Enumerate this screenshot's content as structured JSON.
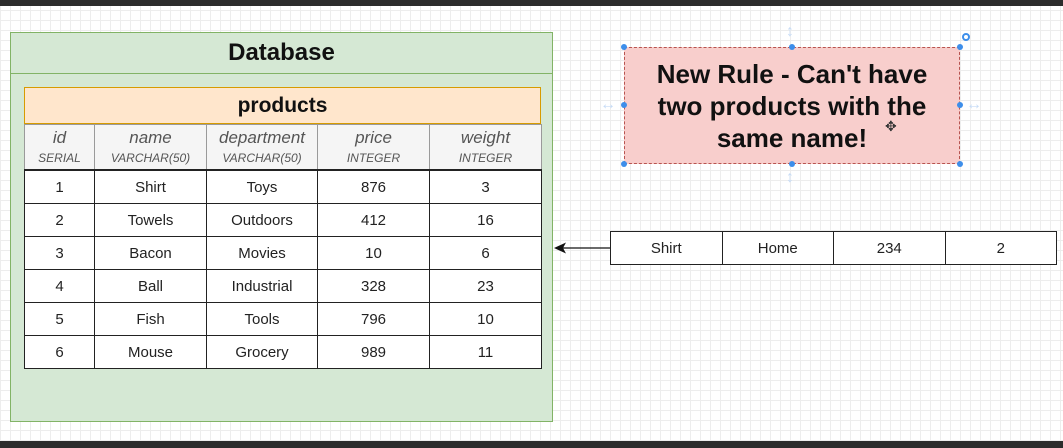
{
  "database": {
    "title": "Database"
  },
  "table": {
    "name": "products",
    "columns": [
      {
        "name": "id",
        "type": "SERIAL"
      },
      {
        "name": "name",
        "type": "VARCHAR(50)"
      },
      {
        "name": "department",
        "type": "VARCHAR(50)"
      },
      {
        "name": "price",
        "type": "INTEGER"
      },
      {
        "name": "weight",
        "type": "INTEGER"
      }
    ],
    "rows": [
      [
        "1",
        "Shirt",
        "Toys",
        "876",
        "3"
      ],
      [
        "2",
        "Towels",
        "Outdoors",
        "412",
        "16"
      ],
      [
        "3",
        "Bacon",
        "Movies",
        "10",
        "6"
      ],
      [
        "4",
        "Ball",
        "Industrial",
        "328",
        "23"
      ],
      [
        "5",
        "Fish",
        "Tools",
        "796",
        "10"
      ],
      [
        "6",
        "Mouse",
        "Grocery",
        "989",
        "11"
      ]
    ]
  },
  "note": {
    "line1": "New Rule - Can't have",
    "line2": "two products with the",
    "line3": "same name!"
  },
  "new_row": [
    "Shirt",
    "Home",
    "234",
    "2"
  ],
  "colors": {
    "database_fill": "#d5e8d4",
    "database_border": "#82b366",
    "table_header_fill": "#ffe6cc",
    "table_header_border": "#d79b00",
    "note_fill": "#f8cecc",
    "note_border": "#b85450",
    "selection_handle": "#3d8eea"
  }
}
